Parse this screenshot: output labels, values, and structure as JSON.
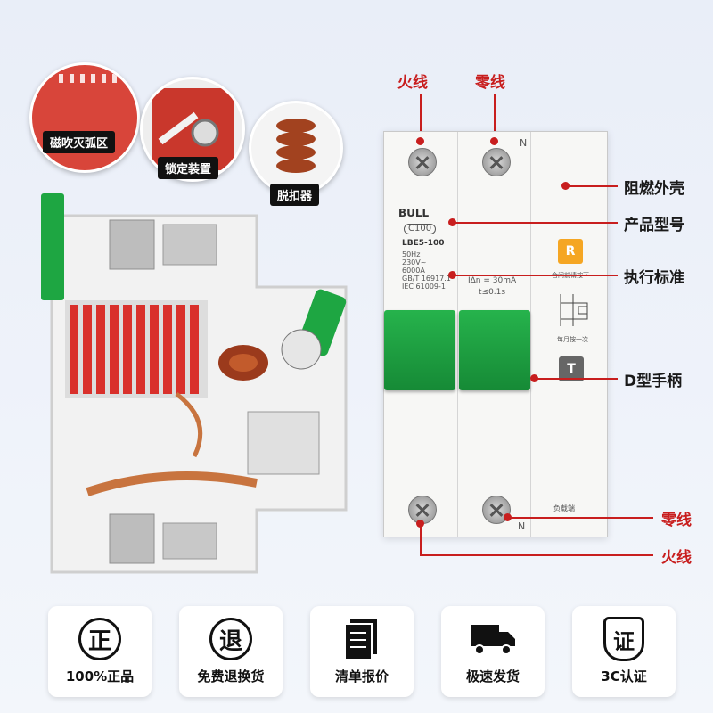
{
  "callouts": {
    "arc": "磁吹灭弧区",
    "lock": "锁定装置",
    "trip": "脱扣器"
  },
  "top_labels": {
    "live": "火线",
    "neutral": "零线"
  },
  "right_labels": {
    "shell": "阻燃外壳",
    "model": "产品型号",
    "standard": "执行标准",
    "handle": "D型手柄",
    "neutral_bottom": "零线",
    "live_bottom": "火线"
  },
  "breaker": {
    "brand": "BULL",
    "rating": "C100",
    "model": "LBE5-100",
    "spec_lines": [
      "50Hz",
      "230V~",
      "6000A",
      "GB/T 16917.1",
      "IEC 61009-1"
    ],
    "residual": "IΔn = 30mA",
    "time": "t≤0.1s",
    "terminal_n_top": "N",
    "terminal_n_bottom": "N",
    "test_btn_letter": "R",
    "test_note_top": "合闸前请按下",
    "test_note_bottom": "每月按一次",
    "reset_letter": "T",
    "load_side": "负载端"
  },
  "badges": [
    {
      "icon": "正",
      "label": "100%正品"
    },
    {
      "icon": "退",
      "label": "免费退换货"
    },
    {
      "icon": "list",
      "label": "清单报价"
    },
    {
      "icon": "truck",
      "label": "极速发货"
    },
    {
      "icon": "证",
      "label": "3C认证"
    }
  ],
  "colors": {
    "accent_red": "#c81e1e",
    "handle_green": "#1ea642",
    "test_orange": "#f5a623"
  }
}
